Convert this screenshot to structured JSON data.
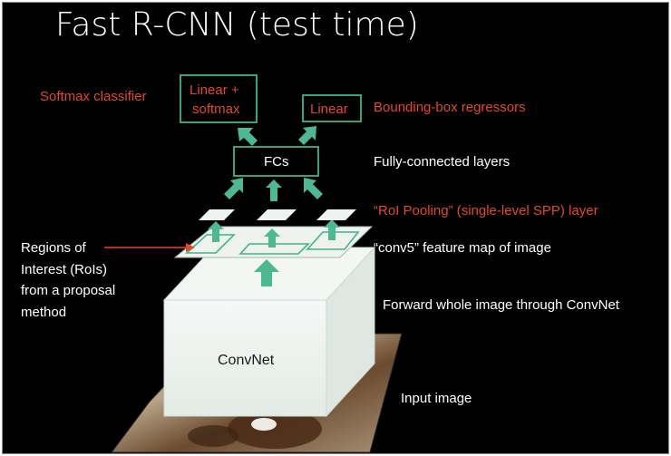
{
  "title": "Fast R-CNN (test time)",
  "labels": {
    "softmax_classifier": "Softmax classifier",
    "linear_softmax_line1": "Linear +",
    "linear_softmax_line2": "softmax",
    "linear": "Linear",
    "bbox_regressors": "Bounding-box regressors",
    "fcs": "FCs",
    "fully_connected": "Fully-connected layers",
    "roi_pooling": "“RoI Pooling” (single-level SPP) layer",
    "conv5": "“conv5” feature map of image",
    "rois_line1": "Regions of",
    "rois_line2": "Interest (RoIs)",
    "rois_line3": "from a proposal",
    "rois_line4": "method",
    "forward": "Forward whole image through ConvNet",
    "convnet": "ConvNet",
    "input_image": "Input image"
  },
  "colors": {
    "background": "#000000",
    "accent_red": "#e0492d",
    "teal": "#4db892",
    "box_stroke": "#3fb58a",
    "plane_fill": "#eef3f0"
  }
}
